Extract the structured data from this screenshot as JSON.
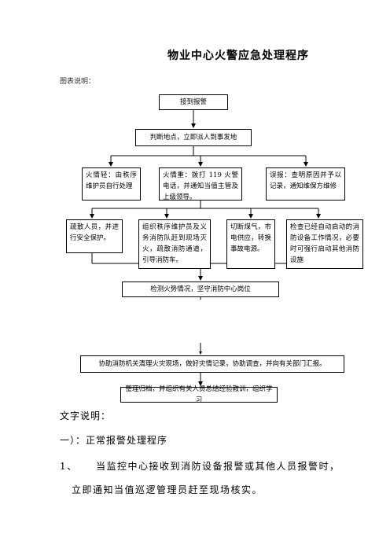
{
  "doc": {
    "title": "物业中心火警应急处理程序",
    "chart_label": "图表说明："
  },
  "flow": {
    "receive": "接到报警",
    "judge": "判断地点，立即派人到事发地",
    "minor": "火情轻：由秩序维护员自行处理",
    "serious": "火情重：拨打 119 火警电话，并通知当值主管及上级领导。",
    "false_alarm": "误报：查明原因并予以记录，通知维保方维修",
    "evacuate": "疏散人员，并进行安全保护。",
    "organize": "组织秩序维护员及义务消防队赶到现场灭火，疏散消防通道，引导消防车。",
    "cutoff": "切断煤气，市电供应，转换事故电源。",
    "check": "检查已经自动启动的消防设备工作情况，必要时可强行启动其他消防设施",
    "monitor": "检测火势情况，坚守消防中心岗位",
    "assist": "协助消防机关清理火灾现场，做好灾情记录，协助调查，并向有关部门汇报。",
    "archive": "整理归档，并组织有关人员总结经验教训，组织学习"
  },
  "text": {
    "heading": "文字说明：",
    "section1": "一）：正常报警处理程序",
    "item1_num": "1、",
    "item1_line1": "当监控中心接收到消防设备报警或其他人员报警时，",
    "item1_line2": "立即通知当值巡逻管理员赶至现场核实。"
  }
}
